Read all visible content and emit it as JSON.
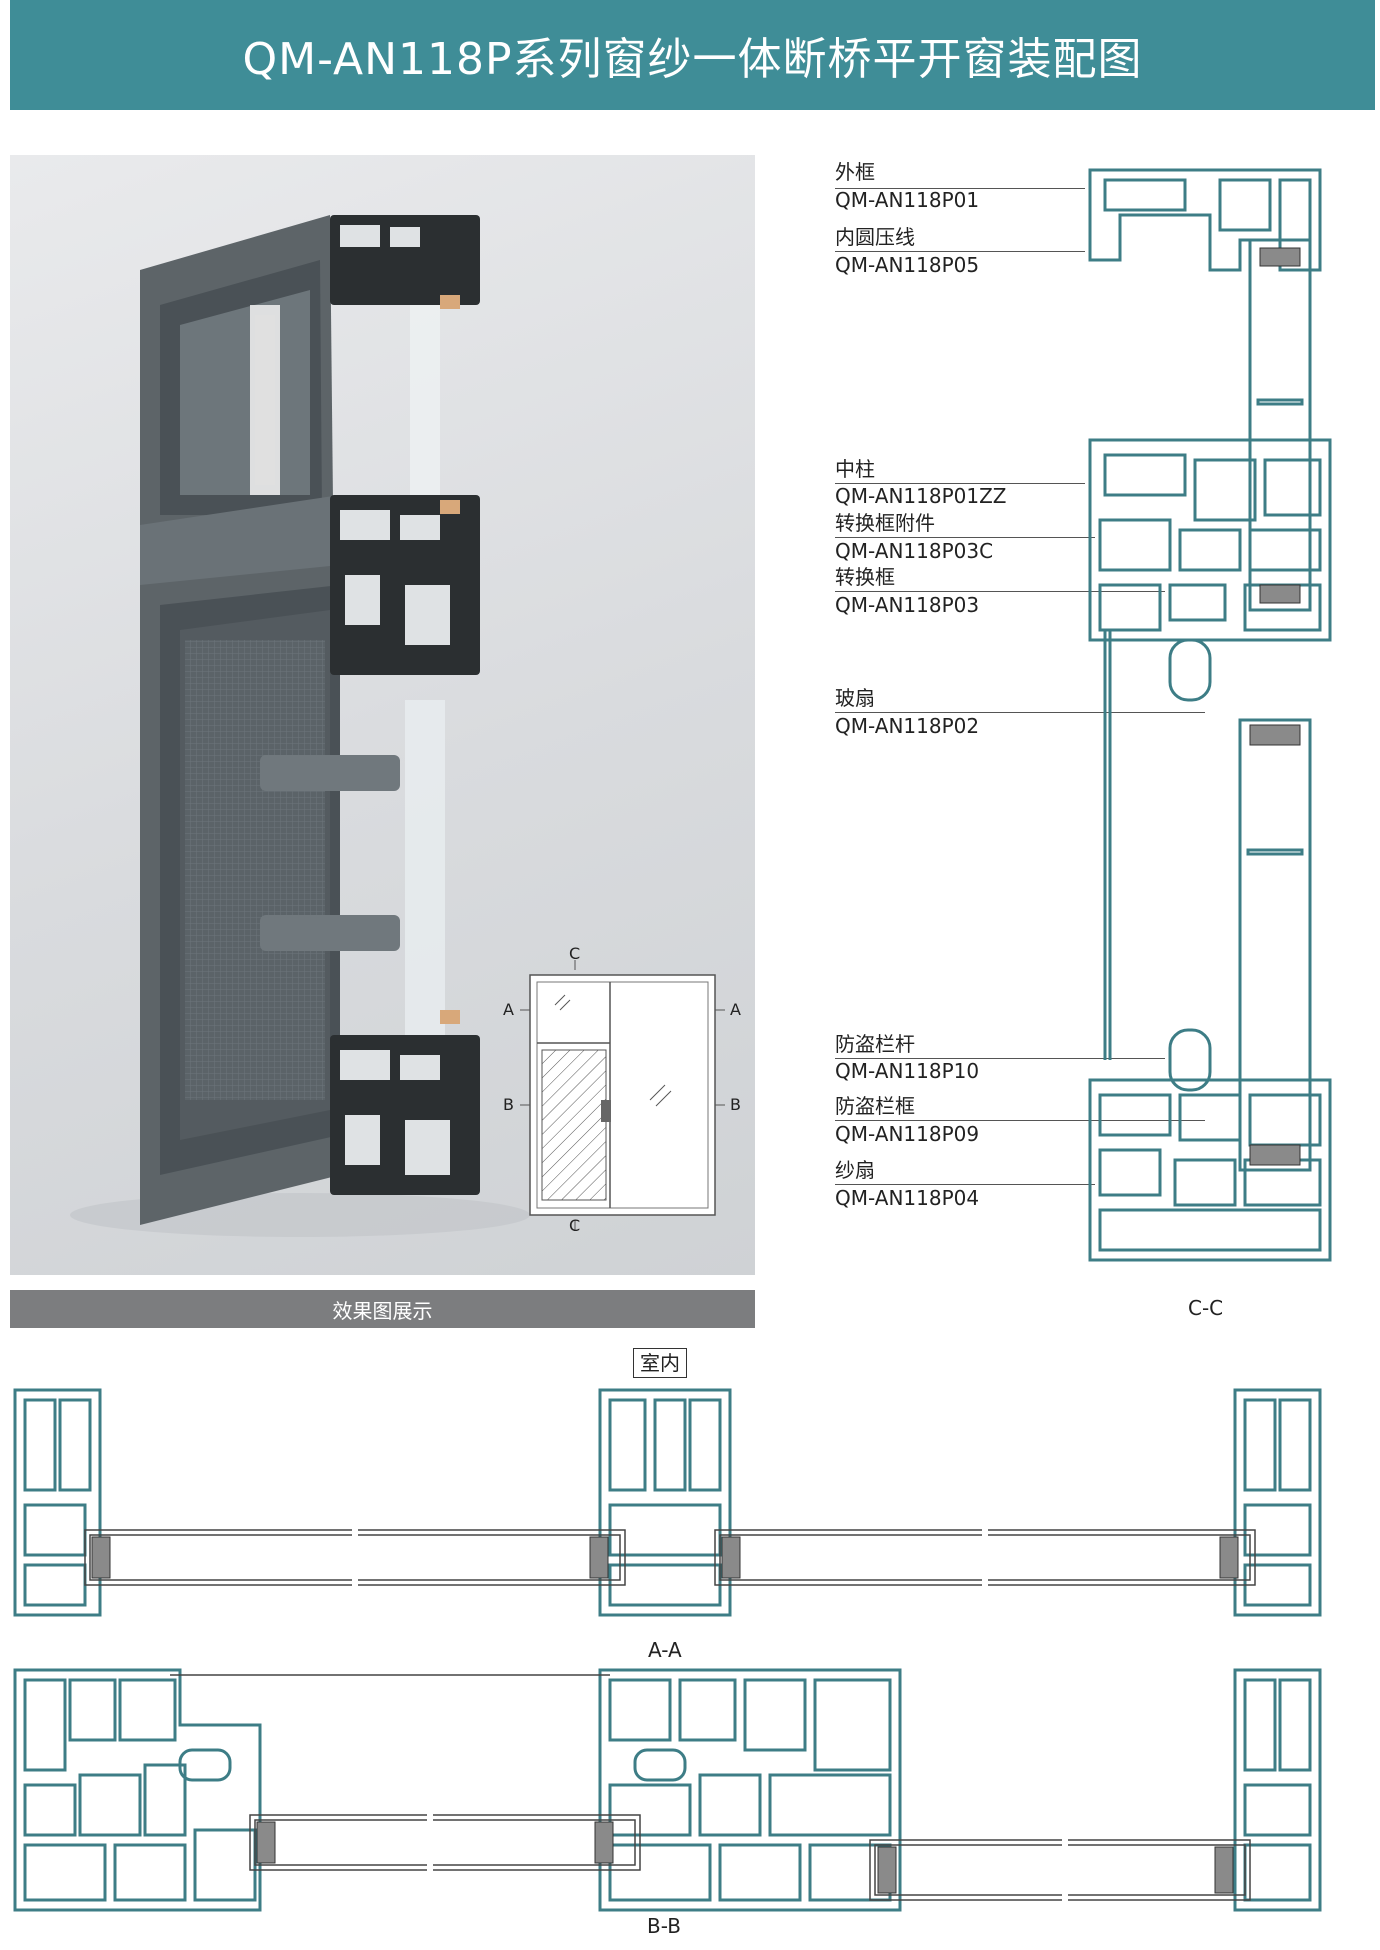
{
  "title": "QM-AN118P系列窗纱一体断桥平开窗装配图",
  "photo_caption": "效果图展示",
  "mini_elevation": {
    "marks": {
      "top": "C",
      "bottom": "C",
      "left_upper": "A",
      "right_upper": "A",
      "left_lower": "B",
      "right_lower": "B"
    }
  },
  "cc": {
    "caption": "C-C",
    "labels": [
      {
        "name": "外框",
        "code": "QM-AN118P01"
      },
      {
        "name": "内圆压线",
        "code": "QM-AN118P05"
      },
      {
        "name": "中柱",
        "code": "QM-AN118P01ZZ"
      },
      {
        "name": "转换框附件",
        "code": "QM-AN118P03C"
      },
      {
        "name": "转换框",
        "code": "QM-AN118P03"
      },
      {
        "name": "玻扇",
        "code": "QM-AN118P02"
      },
      {
        "name": "防盗栏杆",
        "code": "QM-AN118P10"
      },
      {
        "name": "防盗栏框",
        "code": "QM-AN118P09"
      },
      {
        "name": "纱扇",
        "code": "QM-AN118P04"
      }
    ]
  },
  "aa": {
    "caption": "A-A",
    "indoor": "室内"
  },
  "bb": {
    "caption": "B-B"
  },
  "colors": {
    "banner": "#3f8d97",
    "profile": "#3d7d86",
    "caption_bar": "#7c7d7f"
  }
}
